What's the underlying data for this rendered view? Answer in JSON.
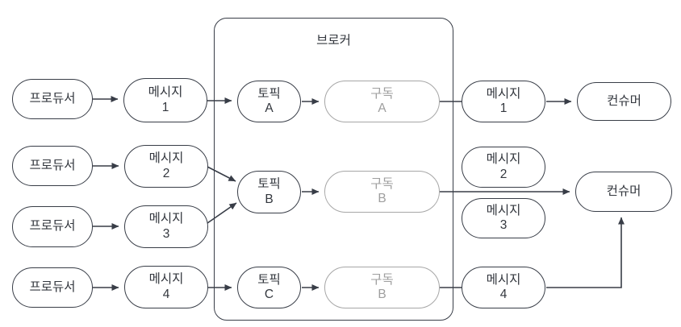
{
  "diagram": {
    "broker_label": "브로커",
    "colors": {
      "stroke_dark": "#383d47",
      "stroke_gray": "#a6a6a6",
      "text_dark": "#33373e",
      "text_gray": "#9e9e9e",
      "background": "#ffffff"
    },
    "nodes": {
      "producer1": {
        "label": "프로듀서"
      },
      "producer2": {
        "label": "프로듀서"
      },
      "producer3": {
        "label": "프로듀서"
      },
      "producer4": {
        "label": "프로듀서"
      },
      "message_left_1": {
        "line1": "메시지",
        "line2": "1"
      },
      "message_left_2": {
        "line1": "메시지",
        "line2": "2"
      },
      "message_left_3": {
        "line1": "메시지",
        "line2": "3"
      },
      "message_left_4": {
        "line1": "메시지",
        "line2": "4"
      },
      "topic_a": {
        "line1": "토픽",
        "line2": "A"
      },
      "topic_b": {
        "line1": "토픽",
        "line2": "B"
      },
      "topic_c": {
        "line1": "토픽",
        "line2": "C"
      },
      "subscription_a": {
        "line1": "구독",
        "line2": "A"
      },
      "subscription_b": {
        "line1": "구독",
        "line2": "B"
      },
      "subscription_c": {
        "line1": "구독",
        "line2": "B"
      },
      "message_right_1": {
        "line1": "메시지",
        "line2": "1"
      },
      "message_right_2": {
        "line1": "메시지",
        "line2": "2"
      },
      "message_right_3": {
        "line1": "메시지",
        "line2": "3"
      },
      "message_right_4": {
        "line1": "메시지",
        "line2": "4"
      },
      "consumer1": {
        "label": "컨슈머"
      },
      "consumer2": {
        "label": "컨슈머"
      }
    },
    "edges": [
      {
        "from": "producer1",
        "to": "message_left_1",
        "arrow": true
      },
      {
        "from": "producer2",
        "to": "message_left_2",
        "arrow": true
      },
      {
        "from": "producer3",
        "to": "message_left_3",
        "arrow": true
      },
      {
        "from": "producer4",
        "to": "message_left_4",
        "arrow": true
      },
      {
        "from": "message_left_1",
        "to": "topic_a",
        "arrow": true
      },
      {
        "from": "message_left_2",
        "to": "topic_b",
        "arrow": true
      },
      {
        "from": "message_left_3",
        "to": "topic_b",
        "arrow": true
      },
      {
        "from": "message_left_4",
        "to": "topic_c",
        "arrow": true
      },
      {
        "from": "topic_a",
        "to": "subscription_a",
        "arrow": true
      },
      {
        "from": "topic_b",
        "to": "subscription_b",
        "arrow": true
      },
      {
        "from": "topic_c",
        "to": "subscription_c",
        "arrow": true
      },
      {
        "from": "subscription_a",
        "to": "message_right_1",
        "arrow": false
      },
      {
        "from": "subscription_b",
        "to": "consumer2",
        "arrow": true
      },
      {
        "from": "subscription_c",
        "to": "message_right_4",
        "arrow": false
      },
      {
        "from": "message_right_1",
        "to": "consumer1",
        "arrow": true
      },
      {
        "from": "message_right_4",
        "to": "consumer2",
        "arrow": true
      }
    ]
  }
}
